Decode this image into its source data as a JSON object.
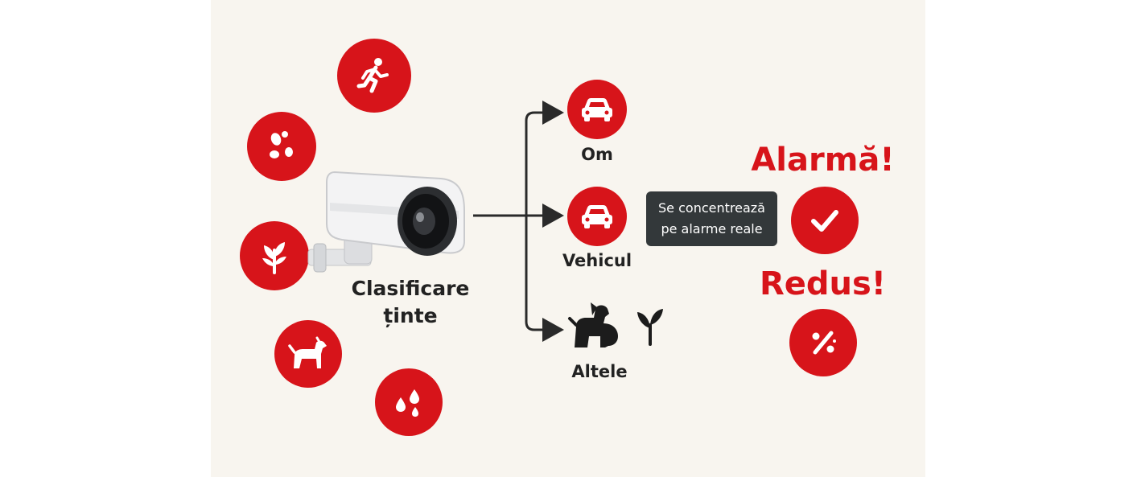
{
  "camera": {
    "label_line1": "Clasificare",
    "label_line2": "ținte"
  },
  "outputs": {
    "om": "Om",
    "vehicul": "Vehicul",
    "altele": "Altele"
  },
  "note": {
    "line1": "Se concentrează",
    "line2": "pe alarme reale"
  },
  "results": {
    "alarm": "Alarmă!",
    "reduced": "Redus!"
  },
  "colors": {
    "accent": "#d7141a",
    "background": "#f8f5ef",
    "note_bg": "#33383a",
    "arrow": "#2a2a2a"
  },
  "icons": {
    "left": [
      "running-person-icon",
      "footprints-icon",
      "plant-icon",
      "dog-icon",
      "raindrops-icon"
    ],
    "outputs": [
      "car-icon",
      "car-icon",
      "dog-icon",
      "sprout-icon"
    ],
    "results": [
      "checkmark-icon",
      "percent-icon"
    ]
  }
}
